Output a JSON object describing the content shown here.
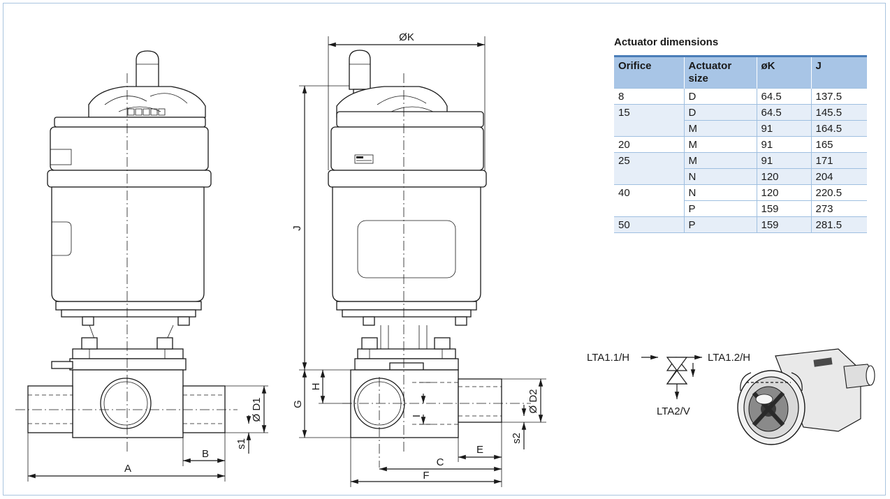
{
  "table": {
    "title": "Actuator dimensions",
    "headers": [
      "Orifice",
      "Actuator size",
      "øK",
      "J"
    ],
    "rows": [
      {
        "orifice": "8",
        "size": "D",
        "k": "64.5",
        "j": "137.5"
      },
      {
        "orifice": "15",
        "size": "D",
        "k": "64.5",
        "j": "145.5"
      },
      {
        "orifice": "",
        "size": "M",
        "k": "91",
        "j": "164.5"
      },
      {
        "orifice": "20",
        "size": "M",
        "k": "91",
        "j": "165"
      },
      {
        "orifice": "25",
        "size": "M",
        "k": "91",
        "j": "171"
      },
      {
        "orifice": "",
        "size": "N",
        "k": "120",
        "j": "204"
      },
      {
        "orifice": "40",
        "size": "N",
        "k": "120",
        "j": "220.5"
      },
      {
        "orifice": "",
        "size": "P",
        "k": "159",
        "j": "273"
      },
      {
        "orifice": "50",
        "size": "P",
        "k": "159",
        "j": "281.5"
      }
    ]
  },
  "dimensions": {
    "A": "A",
    "B": "B",
    "s1": "s1",
    "D1": "Ø D1",
    "K": "ØK",
    "J": "J",
    "G": "G",
    "H": "H",
    "I": "I",
    "C": "C",
    "E": "E",
    "F": "F",
    "D2": "Ø D2",
    "s2": "s2"
  },
  "symbol": {
    "port_in": "LTA1.1/H",
    "port_out": "LTA1.2/H",
    "port_bottom": "LTA2/V"
  }
}
